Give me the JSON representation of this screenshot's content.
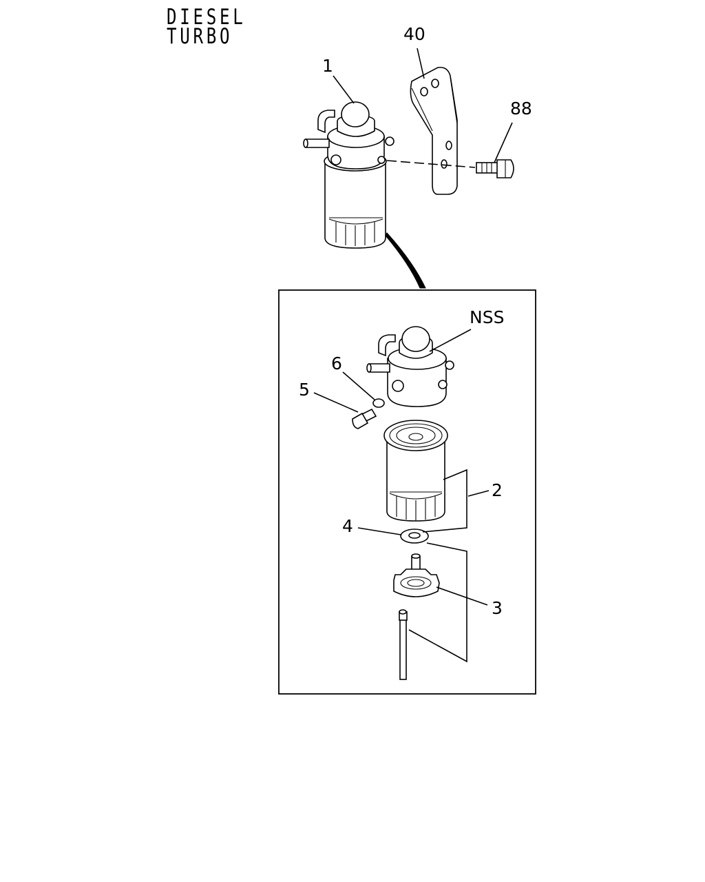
{
  "diagram": {
    "header": {
      "line1": "DIESEL",
      "line2": "TURBO"
    },
    "callouts": {
      "c1": "1",
      "c40": "40",
      "c88": "88",
      "nss": "NSS",
      "c6": "6",
      "c5": "5",
      "c2": "2",
      "c4": "4",
      "c3": "3"
    }
  }
}
